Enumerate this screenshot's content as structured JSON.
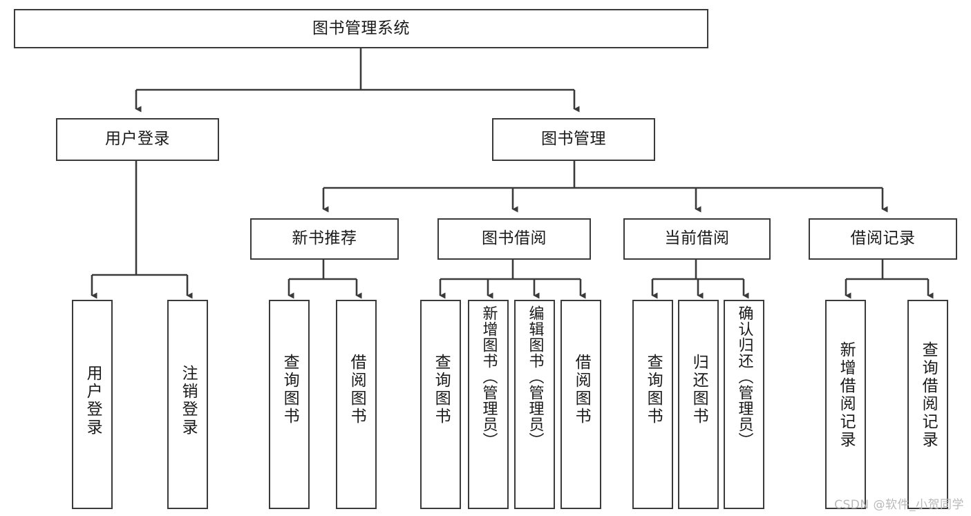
{
  "diagram": {
    "title": "图书管理系统",
    "type": "hierarchy-tree",
    "levels": 4,
    "root": {
      "label": "图书管理系统"
    },
    "level2": [
      {
        "label": "用户登录"
      },
      {
        "label": "图书管理"
      }
    ],
    "level3": [
      {
        "label": "新书推荐"
      },
      {
        "label": "图书借阅"
      },
      {
        "label": "当前借阅"
      },
      {
        "label": "借阅记录"
      }
    ],
    "leaves": [
      {
        "label": "用户登录",
        "parent": "用户登录"
      },
      {
        "label": "注销登录",
        "parent": "用户登录"
      },
      {
        "label": "查询图书",
        "parent": "新书推荐"
      },
      {
        "label": "借阅图书",
        "parent": "新书推荐"
      },
      {
        "label": "查询图书",
        "parent": "图书借阅"
      },
      {
        "label": "新增图书（管理员）",
        "parent": "图书借阅"
      },
      {
        "label": "编辑图书（管理员）",
        "parent": "图书借阅"
      },
      {
        "label": "借阅图书",
        "parent": "图书借阅"
      },
      {
        "label": "查询图书",
        "parent": "当前借阅"
      },
      {
        "label": "归还图书",
        "parent": "当前借阅"
      },
      {
        "label": "确认归还（管理员）",
        "parent": "当前借阅"
      },
      {
        "label": "新增借阅记录",
        "parent": "借阅记录"
      },
      {
        "label": "查询借阅记录",
        "parent": "借阅记录"
      }
    ]
  },
  "watermark": {
    "text": "CSDN @软件_小贺同学"
  },
  "colors": {
    "border": "#3a3a3a",
    "text": "#1a1a1a",
    "background": "#ffffff",
    "watermark": "#b9b9b9"
  }
}
